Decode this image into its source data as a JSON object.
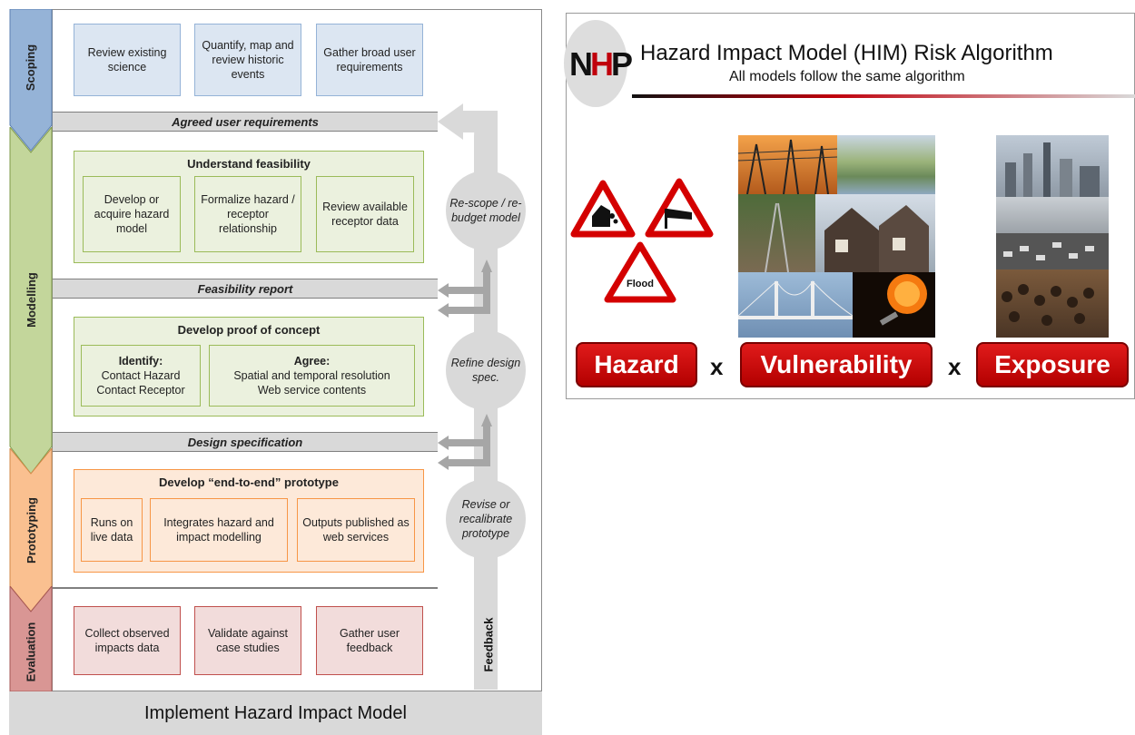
{
  "workflow": {
    "phases": [
      {
        "key": "scoping",
        "label": "Scoping",
        "color": "#95b3d7"
      },
      {
        "key": "modelling",
        "label": "Modelling",
        "color": "#c3d69b"
      },
      {
        "key": "prototyping",
        "label": "Prototyping",
        "color": "#fac090"
      },
      {
        "key": "evaluation",
        "label": "Evaluation",
        "color": "#d99694"
      }
    ],
    "scoping_boxes": [
      "Review existing science",
      "Quantify, map and review historic events",
      "Gather broad user requirements"
    ],
    "band_1": "Agreed user requirements",
    "feasibility": {
      "title": "Understand feasibility",
      "boxes": [
        "Develop or acquire hazard model",
        "Formalize hazard / receptor relationship",
        "Review available receptor data"
      ]
    },
    "band_2": "Feasibility report",
    "concept": {
      "title": "Develop proof of concept",
      "identify_title": "Identify:",
      "identify_lines": [
        "Contact Hazard",
        "Contact Receptor"
      ],
      "agree_title": "Agree:",
      "agree_lines": [
        "Spatial and temporal resolution",
        "Web service contents"
      ]
    },
    "band_3": "Design specification",
    "prototype": {
      "title": "Develop “end-to-end” prototype",
      "boxes": [
        "Runs on live data",
        "Integrates hazard and impact modelling",
        "Outputs published as web services"
      ]
    },
    "evaluation_boxes": [
      "Collect observed impacts data",
      "Validate against case studies",
      "Gather user feedback"
    ],
    "loops": [
      "Re-scope / re-budget model",
      "Refine design spec.",
      "Revise or recalibrate prototype"
    ],
    "feedback_label": "Feedback",
    "bottom": "Implement Hazard Impact Model"
  },
  "him": {
    "logo_n": "N",
    "logo_h": "H",
    "logo_p": "P",
    "title": "Hazard Impact Model (HIM) Risk Algorithm",
    "subtitle": "All models follow the same algorithm",
    "flood_label": "Flood",
    "hazard": "Hazard",
    "vulnerability": "Vulnerability",
    "exposure": "Exposure",
    "times": "x"
  }
}
